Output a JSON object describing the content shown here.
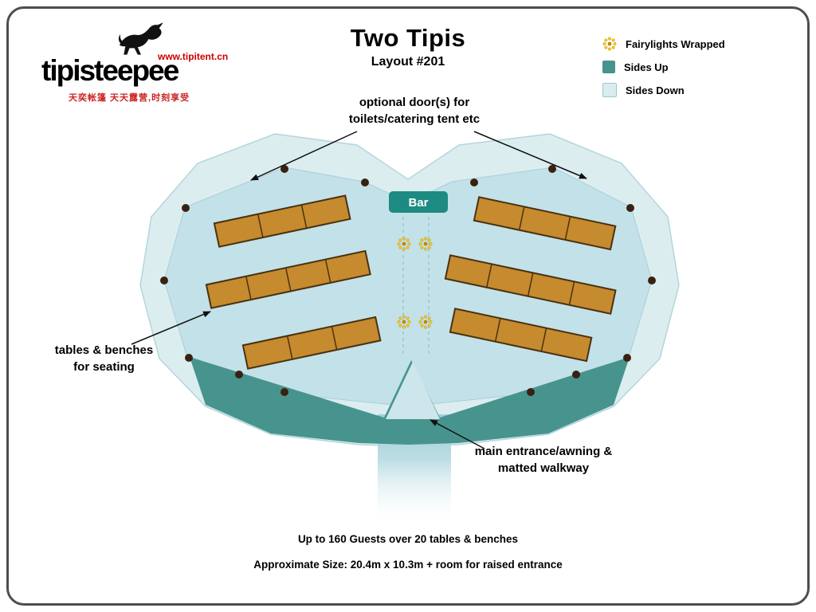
{
  "page": {
    "title": "Two Tipis",
    "subtitle": "Layout #201"
  },
  "logo": {
    "brand": "tipisteepee",
    "url": "www.tipitent.cn",
    "tagline": "天奕帐篷 天天露营,时刻享受"
  },
  "legend": {
    "items": [
      {
        "label": "Fairylights Wrapped"
      },
      {
        "label": "Sides Up"
      },
      {
        "label": "Sides Down"
      }
    ]
  },
  "diagram": {
    "bar_label": "Bar",
    "annotations": {
      "optional_doors": [
        "optional door(s) for",
        "toilets/catering tent etc"
      ],
      "tables": [
        "tables & benches",
        "for seating"
      ],
      "entrance": [
        "main entrance/awning &",
        "matted walkway"
      ]
    }
  },
  "footer": {
    "capacity": "Up to 160 Guests over 20 tables & benches",
    "size": "Approximate Size: 20.4m x 10.3m + room for raised entrance"
  },
  "colors": {
    "sides_up": "#47948e",
    "sides_down": "#d9edf0",
    "fairylight": "#f5c518",
    "table": "#c68a2f",
    "bar": "#1d8b82"
  }
}
